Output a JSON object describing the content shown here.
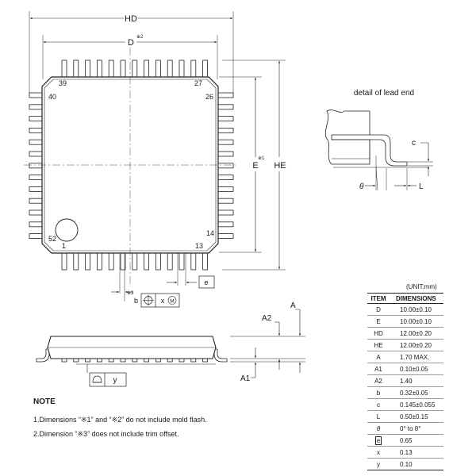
{
  "top_view": {
    "hd_label": "HD",
    "d_label": "D",
    "d_note": "※2",
    "e_label": "E",
    "e_note": "※1",
    "he_label": "HE",
    "pin_39": "39",
    "pin_27": "27",
    "pin_40": "40",
    "pin_26": "26",
    "pin_52": "52",
    "pin_1": "1",
    "pin_13": "13",
    "pin_14": "14",
    "e_pitch": "e",
    "b_note": "※3",
    "b_label": "b",
    "x_label": "x",
    "m_symbol": "M"
  },
  "detail": {
    "title": "detail of lead end",
    "c_label": "c",
    "theta_label": "θ",
    "l_label": "L"
  },
  "side_view": {
    "a_label": "A",
    "a2_label": "A2",
    "a1_label": "A1",
    "y_label": "y"
  },
  "notes": {
    "title": "NOTE",
    "line1": "1.Dimensions “※1” and “※2” do not include mold flash.",
    "line2": "2.Dimension “※3” does not include trim offset."
  },
  "table": {
    "unit": "(UNIT:mm)",
    "header_item": "ITEM",
    "header_dim": "DIMENSIONS",
    "rows": [
      {
        "item": "D",
        "value": "10.00±0.10"
      },
      {
        "item": "E",
        "value": "10.00±0.10"
      },
      {
        "item": "HD",
        "value": "12.00±0.20"
      },
      {
        "item": "HE",
        "value": "12.00±0.20"
      },
      {
        "item": "A",
        "value": "1.70 MAX."
      },
      {
        "item": "A1",
        "value": "0.10±0.05"
      },
      {
        "item": "A2",
        "value": "1.40"
      },
      {
        "item": "b",
        "value": "0.32±0.05"
      },
      {
        "item": "c",
        "value": "0.145±0.055"
      },
      {
        "item": "L",
        "value": "0.50±0.15"
      },
      {
        "item": "θ",
        "value": "0° to 8°"
      },
      {
        "item": "e",
        "value": "0.65"
      },
      {
        "item": "x",
        "value": "0.13"
      },
      {
        "item": "y",
        "value": "0.10"
      }
    ]
  }
}
